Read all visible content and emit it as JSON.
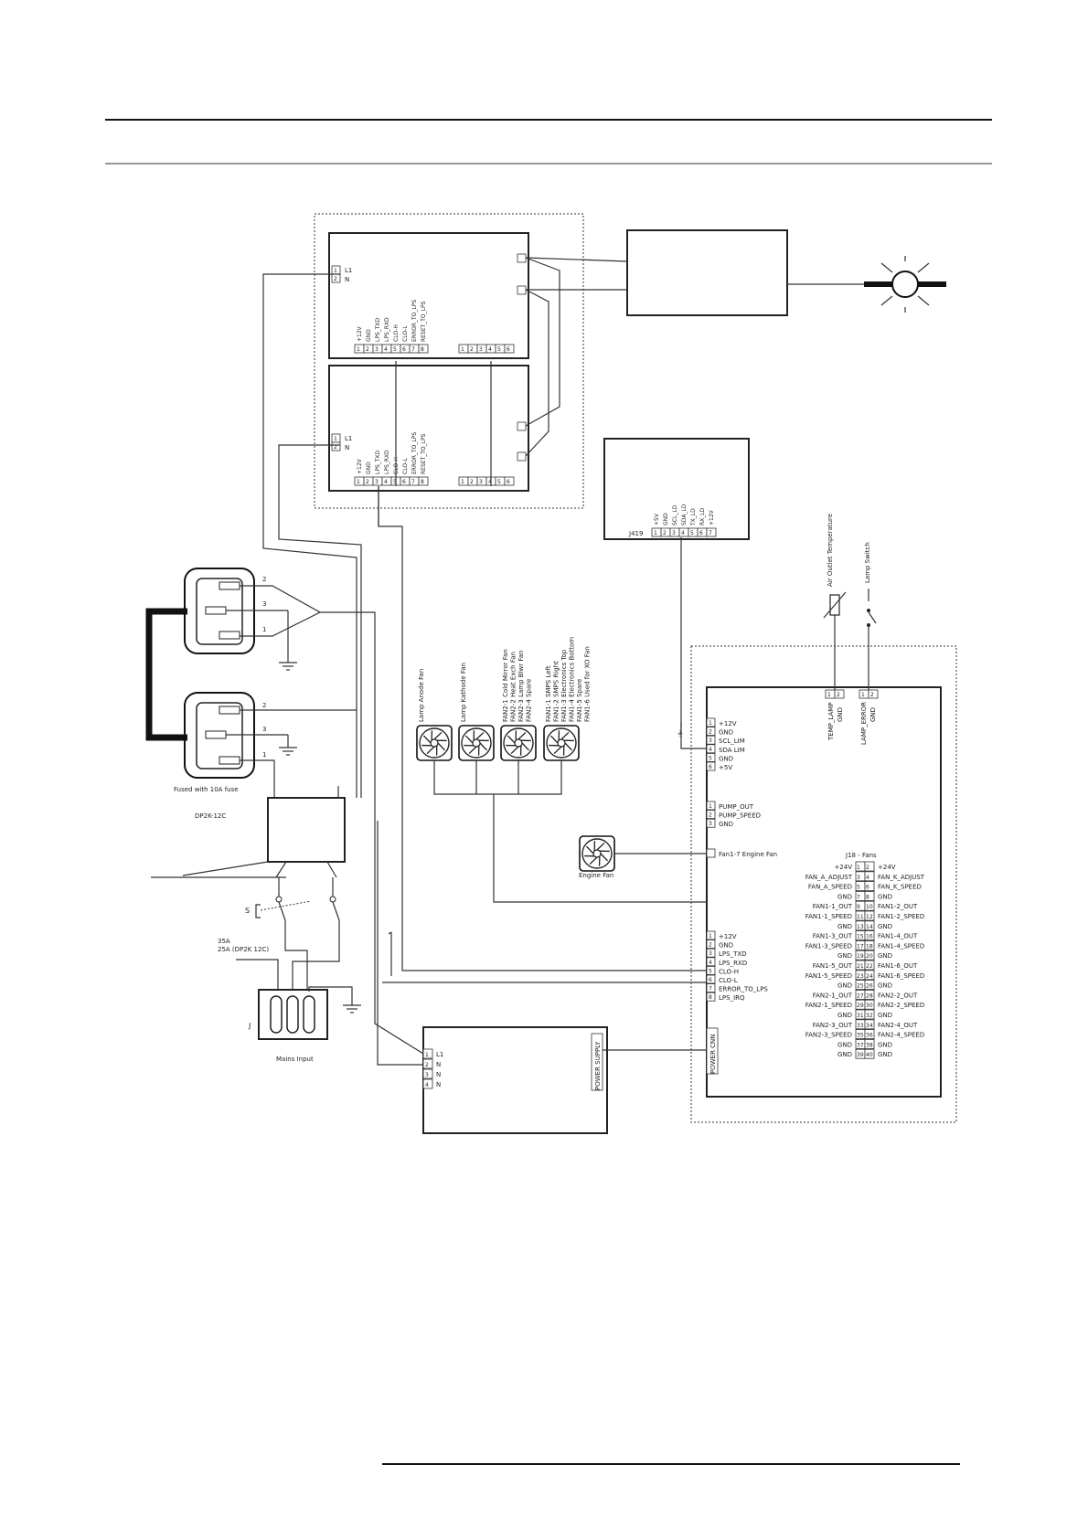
{
  "psu_left_labels": [
    "L1",
    "N"
  ],
  "psu1_pins": [
    "+12V",
    "GND",
    "LPS_TXD",
    "LPS_RXD",
    "CLO-H",
    "CLO-L",
    "ERROR_TO_LPS",
    "RESET_TO_LPS"
  ],
  "psu2_pins": [
    "+12V",
    "GND",
    "LPS_TXD",
    "LPS_RXD",
    "CLO-H",
    "CLO-L",
    "ERROR_TO_LPS",
    "RESET_TO_LPS"
  ],
  "pin_numbers_8": [
    "1",
    "2",
    "3",
    "4",
    "5",
    "6",
    "7",
    "8"
  ],
  "pin_numbers_6": [
    "1",
    "2",
    "3",
    "4",
    "5",
    "6"
  ],
  "j419": {
    "label": "J419",
    "pins": [
      "+5V",
      "GND",
      "SCL_LD",
      "SDA_LD",
      "TX_LD",
      "RX_LD",
      "+12V"
    ],
    "numbers": [
      "1",
      "2",
      "3",
      "4",
      "5",
      "6",
      "7"
    ]
  },
  "sensors": {
    "temp": "Air Outlet Temperature",
    "switch": "Lamp Switch"
  },
  "fans": [
    {
      "label": "Lamp Anode Fan"
    },
    {
      "label": "Lamp Kathode Fan"
    },
    {
      "label": "FAN2-1 Cold Mirror Fan\nFAN2-2 Heat Exch Fan\nFAN2-3 Lamp Blwr Fan\nFAN2-4 Spare"
    },
    {
      "label": "FAN1-1 SMPS Left\nFAN1-2 SMPS Right\nFAN1-3 Electronics Top\nFAN1-4 Electronics Bottom\nFAN1-5 Spare\nFAN1-6 Used for XO Fan"
    }
  ],
  "engine_fan": {
    "label": "Engine Fan",
    "conn": "Fan1-7 Engine Fan"
  },
  "inlet_pins": {
    "p2": "2",
    "p3": "3",
    "p1": "1"
  },
  "fuse_note": "Fused with 10A fuse",
  "model_note": "DP2K-12C",
  "switch_label": "S",
  "current_note_1": "35A",
  "current_note_2": "25A (DP2K 12C)",
  "mains": {
    "letter": "J",
    "label": "Mains Input"
  },
  "lsps": {
    "pins": [
      "L1",
      "N",
      "N",
      "N"
    ],
    "numbers": [
      "1",
      "2",
      "3",
      "4"
    ],
    "power_supply": "POWER SUPPLY"
  },
  "main_board": {
    "top_conn": [
      {
        "n": "1",
        "label": "+12V"
      },
      {
        "n": "2",
        "label": "GND"
      },
      {
        "n": "3",
        "label": "SCL_LIM"
      },
      {
        "n": "4",
        "label": "SDA LIM"
      },
      {
        "n": "5",
        "label": "GND"
      },
      {
        "n": "6",
        "label": "+5V"
      }
    ],
    "pump_conn": [
      {
        "n": "1",
        "label": "PUMP_OUT"
      },
      {
        "n": "2",
        "label": "PUMP_SPEED"
      },
      {
        "n": "3",
        "label": "GND"
      }
    ],
    "lps_conn": [
      {
        "n": "1",
        "label": "+12V"
      },
      {
        "n": "2",
        "label": "GND"
      },
      {
        "n": "3",
        "label": "LPS_TXD"
      },
      {
        "n": "4",
        "label": "LPS_RXD"
      },
      {
        "n": "5",
        "label": "CLO-H"
      },
      {
        "n": "6",
        "label": "CLO-L"
      },
      {
        "n": "7",
        "label": "ERROR_TO_LPS"
      },
      {
        "n": "8",
        "label": "LPS_IRQ"
      }
    ],
    "temp_lamp": {
      "label": "TEMP_LAMP",
      "gnd": "GND",
      "n1": "1",
      "n2": "2"
    },
    "lamp_error": {
      "label": "LAMP_ERROR",
      "gnd": "GND",
      "n1": "1",
      "n2": "2"
    },
    "power_conn": "POWER CNN",
    "j18_title": "J18 - Fans",
    "j18_rows": [
      {
        "l": "+24V",
        "a": "1",
        "b": "2",
        "r": "+24V"
      },
      {
        "l": "FAN_A_ADJUST",
        "a": "3",
        "b": "4",
        "r": "FAN_K_ADJUST"
      },
      {
        "l": "FAN_A_SPEED",
        "a": "5",
        "b": "6",
        "r": "FAN_K_SPEED"
      },
      {
        "l": "GND",
        "a": "7",
        "b": "8",
        "r": "GND"
      },
      {
        "l": "FAN1-1_OUT",
        "a": "9",
        "b": "10",
        "r": "FAN1-2_OUT"
      },
      {
        "l": "FAN1-1_SPEED",
        "a": "11",
        "b": "12",
        "r": "FAN1-2_SPEED"
      },
      {
        "l": "GND",
        "a": "13",
        "b": "14",
        "r": "GND"
      },
      {
        "l": "FAN1-3_OUT",
        "a": "15",
        "b": "16",
        "r": "FAN1-4_OUT"
      },
      {
        "l": "FAN1-3_SPEED",
        "a": "17",
        "b": "18",
        "r": "FAN1-4_SPEED"
      },
      {
        "l": "GND",
        "a": "19",
        "b": "20",
        "r": "GND"
      },
      {
        "l": "FAN1-5_OUT",
        "a": "21",
        "b": "22",
        "r": "FAN1-6_OUT"
      },
      {
        "l": "FAN1-5_SPEED",
        "a": "23",
        "b": "24",
        "r": "FAN1-6_SPEED"
      },
      {
        "l": "GND",
        "a": "25",
        "b": "26",
        "r": "GND"
      },
      {
        "l": "FAN2-1_OUT",
        "a": "27",
        "b": "28",
        "r": "FAN2-2_OUT"
      },
      {
        "l": "FAN2-1_SPEED",
        "a": "29",
        "b": "30",
        "r": "FAN2-2_SPEED"
      },
      {
        "l": "GND",
        "a": "31",
        "b": "32",
        "r": "GND"
      },
      {
        "l": "FAN2-3_OUT",
        "a": "33",
        "b": "34",
        "r": "FAN2-4_OUT"
      },
      {
        "l": "FAN2-3_SPEED",
        "a": "35",
        "b": "36",
        "r": "FAN2-4_SPEED"
      },
      {
        "l": "GND",
        "a": "37",
        "b": "38",
        "r": "GND"
      },
      {
        "l": "GND",
        "a": "39",
        "b": "40",
        "r": "GND"
      }
    ]
  }
}
